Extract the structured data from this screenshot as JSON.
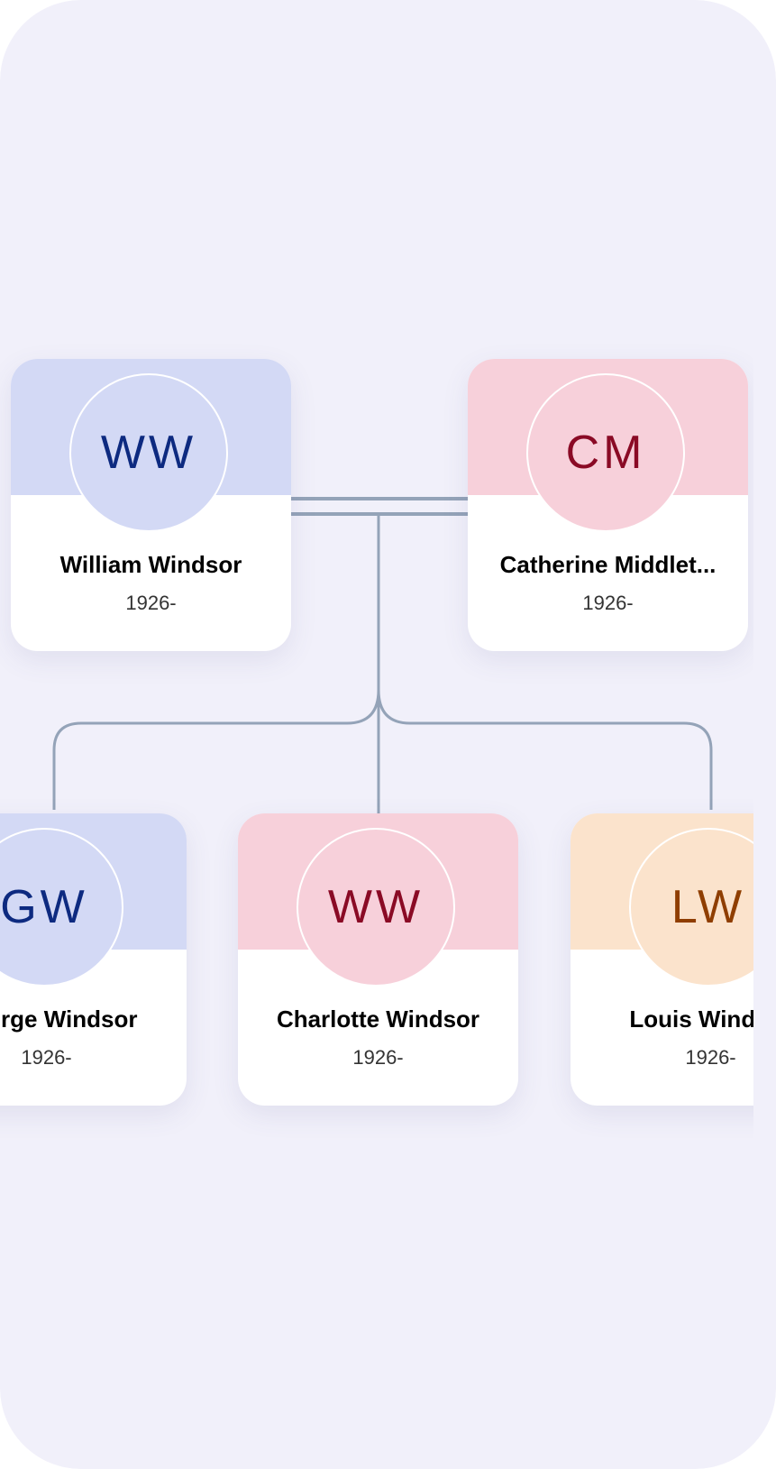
{
  "colors": {
    "background": "#f1f0fa",
    "line": "#94a3b8",
    "blue_bg": "#d3d9f5",
    "blue_fg": "#0d2a80",
    "pink_bg": "#f7d0da",
    "pink_fg": "#8a0a25",
    "orange_bg": "#fbe3cc",
    "orange_fg": "#8f3e00"
  },
  "parents": [
    {
      "initials": "WW",
      "name": "William Windsor",
      "years": "1926-",
      "theme": "blue"
    },
    {
      "initials": "CM",
      "name": "Catherine Middlet...",
      "years": "1926-",
      "theme": "pink"
    }
  ],
  "children": [
    {
      "initials": "GW",
      "name": "George Windsor",
      "years": "1926-",
      "theme": "blue"
    },
    {
      "initials": "WW",
      "name": "Charlotte Windsor",
      "years": "1926-",
      "theme": "pink"
    },
    {
      "initials": "LW",
      "name": "Louis Windsor",
      "years": "1926-",
      "theme": "orange"
    }
  ]
}
